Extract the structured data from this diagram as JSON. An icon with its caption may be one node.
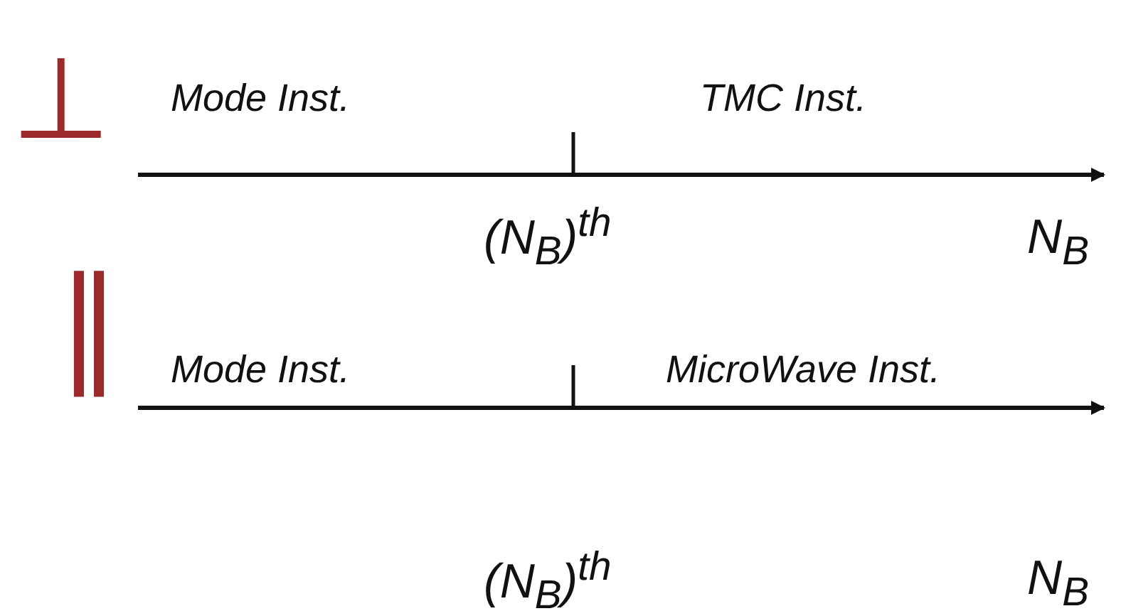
{
  "diagram": {
    "labels": [
      "⊥",
      "Mode Inst.",
      "TMC Inst.",
      "(N$_{B}$)$^{th}$",
      "N$_{B}$",
      "∥",
      "Mode Inst.",
      "MicroWave Inst.",
      "(N$_{B}$)$^{th}$",
      "N$_{B}$"
    ]
  }
}
